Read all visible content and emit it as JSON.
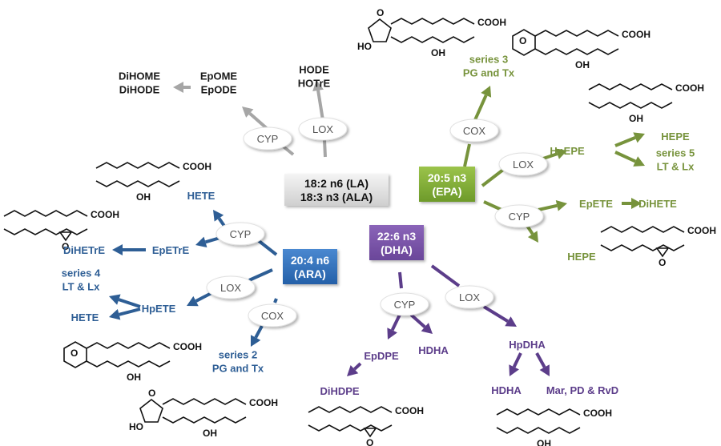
{
  "colors": {
    "gray": "#a6a6a6",
    "green": "#77933c",
    "blue": "#2e5e95",
    "purple": "#5c3d8a",
    "black": "#1a1a1a"
  },
  "sources": [
    {
      "id": "la",
      "lines": [
        "18:2 n6 (LA)",
        "18:3 n3 (ALA)"
      ],
      "color": "gray"
    },
    {
      "id": "epa",
      "lines": [
        "20:5 n3",
        "(EPA)"
      ],
      "color": "green"
    },
    {
      "id": "ara",
      "lines": [
        "20:4 n6",
        "(ARA)"
      ],
      "color": "blue"
    },
    {
      "id": "dha",
      "lines": [
        "22:6 n3",
        "(DHA)"
      ],
      "color": "purple"
    }
  ],
  "enzymes": [
    {
      "id": "la-cyp",
      "text": "CYP"
    },
    {
      "id": "la-lox",
      "text": "LOX"
    },
    {
      "id": "epa-cox",
      "text": "COX"
    },
    {
      "id": "epa-lox",
      "text": "LOX"
    },
    {
      "id": "epa-cyp",
      "text": "CYP"
    },
    {
      "id": "ara-cyp",
      "text": "CYP"
    },
    {
      "id": "ara-lox",
      "text": "LOX"
    },
    {
      "id": "ara-cox",
      "text": "COX"
    },
    {
      "id": "dha-cyp",
      "text": "CYP"
    },
    {
      "id": "dha-lox",
      "text": "LOX"
    }
  ],
  "metabolites": [
    {
      "id": "hode",
      "lines": [
        "HODE",
        "HOTrE"
      ],
      "color": "black"
    },
    {
      "id": "epome",
      "lines": [
        "EpOME",
        "EpODE"
      ],
      "color": "black"
    },
    {
      "id": "dihome",
      "lines": [
        "DiHOME",
        "DiHODE"
      ],
      "color": "black"
    },
    {
      "id": "epa-pg",
      "lines": [
        "series 3",
        "PG and Tx"
      ],
      "color": "green"
    },
    {
      "id": "hpepe",
      "lines": [
        "HpEPE"
      ],
      "color": "green"
    },
    {
      "id": "hepe1",
      "lines": [
        "HEPE"
      ],
      "color": "green"
    },
    {
      "id": "epa-lt",
      "lines": [
        "series 5",
        "LT & Lx"
      ],
      "color": "green"
    },
    {
      "id": "epete",
      "lines": [
        "EpETE"
      ],
      "color": "green"
    },
    {
      "id": "dihete",
      "lines": [
        "DiHETE"
      ],
      "color": "green"
    },
    {
      "id": "hepe2",
      "lines": [
        "HEPE"
      ],
      "color": "green"
    },
    {
      "id": "hete1",
      "lines": [
        "HETE"
      ],
      "color": "blue"
    },
    {
      "id": "epetre",
      "lines": [
        "EpETrE"
      ],
      "color": "blue"
    },
    {
      "id": "dihetre",
      "lines": [
        "DiHETrE"
      ],
      "color": "blue"
    },
    {
      "id": "ara-lt",
      "lines": [
        "series 4",
        "LT & Lx"
      ],
      "color": "blue"
    },
    {
      "id": "hpete",
      "lines": [
        "HpETE"
      ],
      "color": "blue"
    },
    {
      "id": "hete2",
      "lines": [
        "HETE"
      ],
      "color": "blue"
    },
    {
      "id": "ara-pg",
      "lines": [
        "series 2",
        "PG and Tx"
      ],
      "color": "blue"
    },
    {
      "id": "epdpe",
      "lines": [
        "EpDPE"
      ],
      "color": "purple"
    },
    {
      "id": "hdha1",
      "lines": [
        "HDHA"
      ],
      "color": "purple"
    },
    {
      "id": "dihdpe",
      "lines": [
        "DiHDPE"
      ],
      "color": "purple"
    },
    {
      "id": "hpdha",
      "lines": [
        "HpDHA"
      ],
      "color": "purple"
    },
    {
      "id": "hdha2",
      "lines": [
        "HDHA"
      ],
      "color": "purple"
    },
    {
      "id": "spm",
      "lines": [
        "Mar, PD & RvD"
      ],
      "color": "purple"
    }
  ],
  "structure_labels": {
    "cooh": "COOH",
    "oh": "OH",
    "ho": "HO",
    "o": "O"
  }
}
